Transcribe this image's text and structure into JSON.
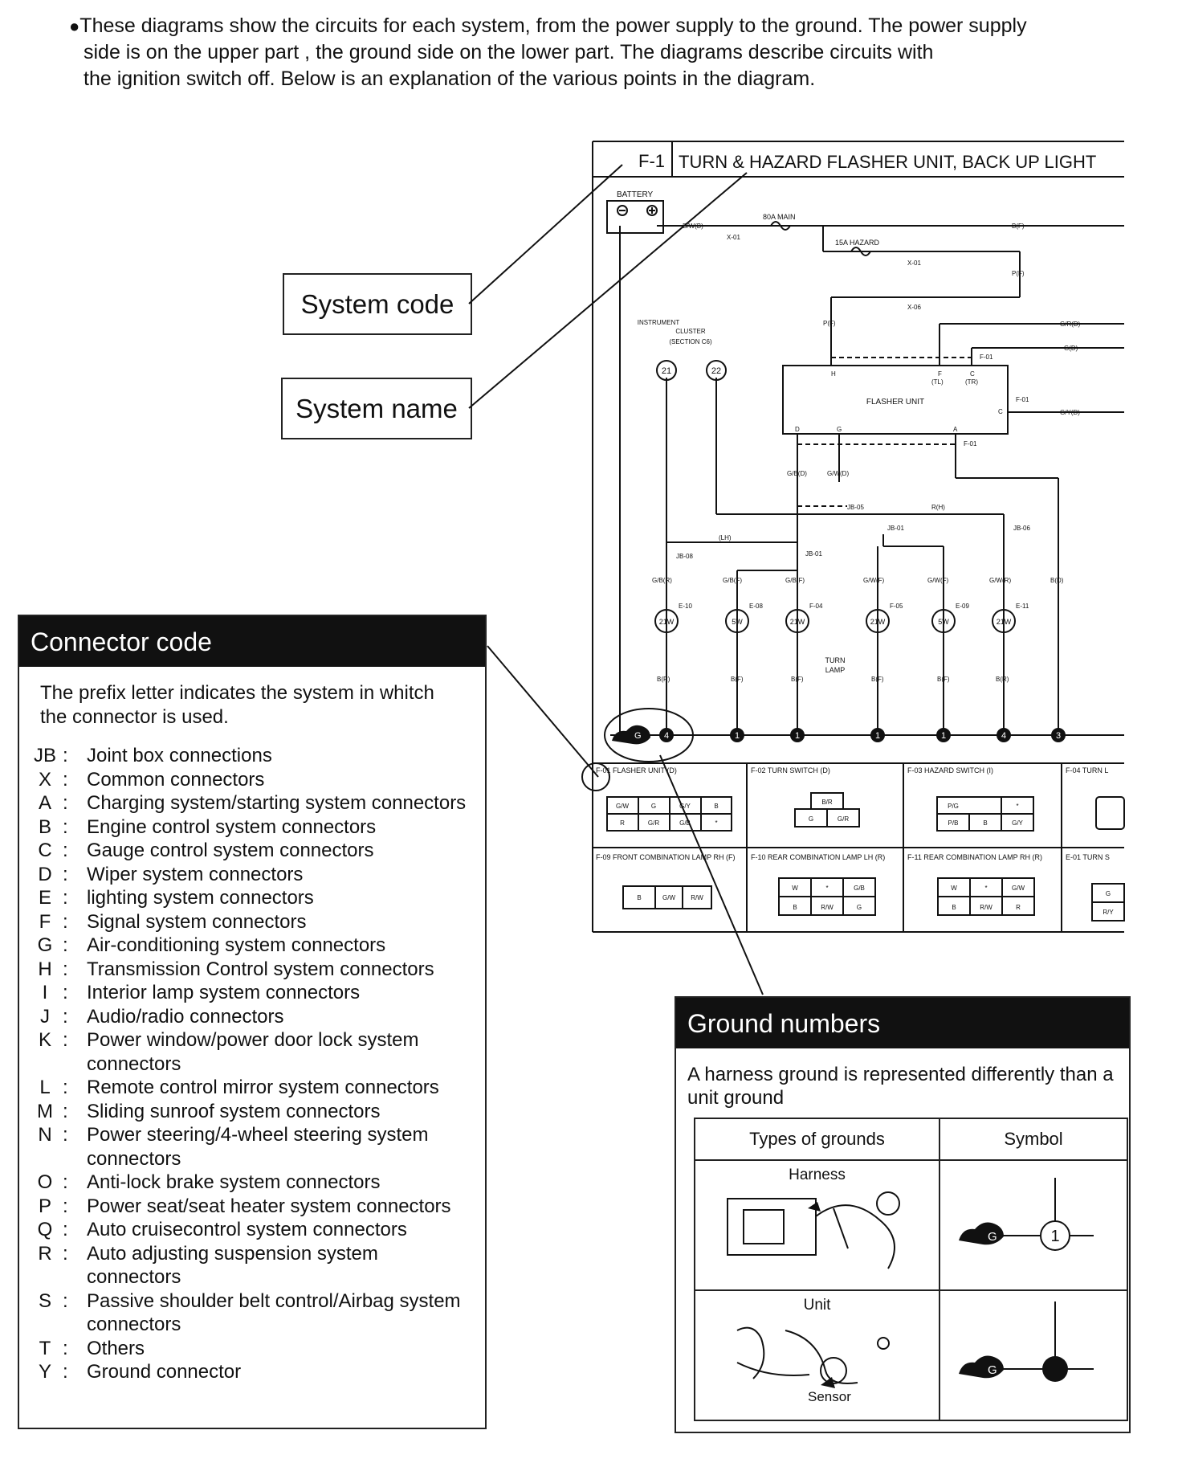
{
  "intro": {
    "line1": "These diagrams show the circuits for each system, from the power supply to the ground. The power supply",
    "line2": "side is on the upper part , the ground side on the lower part.  The diagrams describe circuits with",
    "line3": "the ignition switch off. Below is an explanation of the various points in the diagram."
  },
  "callouts": {
    "system_code": "System code",
    "system_name": "System name"
  },
  "diagram": {
    "code": "F-1",
    "title": "TURN & HAZARD FLASHER UNIT, BACK UP LIGHT",
    "battery": "BATTERY",
    "fuse_main": "80A MAIN",
    "fuse_hazard": "15A HAZARD",
    "instrument_cluster": [
      "INSTRUMENT",
      "CLUSTER",
      "(SECTION C6)"
    ],
    "flasher_unit": "FLASHER UNIT",
    "turn_lamp": [
      "TURN",
      "LAMP"
    ],
    "cluster_pins": [
      "21",
      "22"
    ],
    "bulbs": [
      "21W",
      "5W",
      "21W",
      "21W",
      "5W",
      "21W"
    ],
    "bottom_ground_numbers": [
      "4",
      "1",
      "1",
      "1",
      "1",
      "4",
      "3"
    ],
    "wire_labels": [
      "B/W(B)",
      "B(F)",
      "P(F)",
      "P(F)",
      "G/R(D)",
      "G(D)",
      "G/Y(D)",
      "G/B(D)",
      "G/W(D)",
      "R(H)",
      "(LH)",
      "G/B(R)",
      "G/B(F)",
      "G/B(F)",
      "G/W(F)",
      "G/W(F)",
      "G/W(R)",
      "B(D)",
      "B(R)",
      "B(F)",
      "B(F)",
      "B(F)",
      "B(F)",
      "B(R)"
    ],
    "connector_labels": [
      "X-01",
      "X-01",
      "X-06",
      "F-01",
      "F-01",
      "F-01",
      "JB-05",
      "JB-08",
      "JB-01",
      "JB-01",
      "JB-06",
      "E-10",
      "E-08",
      "F-04",
      "F-05",
      "E-09",
      "E-11"
    ],
    "flasher_pins": [
      "H",
      "F",
      "C",
      "(TL)",
      "(TR)",
      "C",
      "D",
      "G",
      "A"
    ],
    "connector_boxes": [
      {
        "title": "F-01 FLASHER UNIT (D)",
        "cells": [
          "G/W",
          "G",
          "G/Y",
          "B",
          "R",
          "G/R",
          "G/B",
          "*"
        ]
      },
      {
        "title": "F-02 TURN SWITCH (D)",
        "cells": [
          "B/R",
          "G",
          "G/R"
        ]
      },
      {
        "title": "F-03 HAZARD SWITCH (I)",
        "cells": [
          "P/G",
          "*",
          "P/B",
          "B",
          "G/Y"
        ]
      },
      {
        "title": "F-04 TURN L",
        "cells": []
      },
      {
        "title": "F-09 FRONT COMBINATION LAMP RH (F)",
        "cells": [
          "B",
          "G/W",
          "R/W"
        ]
      },
      {
        "title": "F-10 REAR COMBINATION LAMP LH (R)",
        "cells": [
          "W",
          "*",
          "G/B",
          "B",
          "R/W",
          "G"
        ]
      },
      {
        "title": "F-11 REAR COMBINATION LAMP RH (R)",
        "cells": [
          "W",
          "*",
          "G/W",
          "B",
          "R/W",
          "R"
        ]
      },
      {
        "title": "E-01 TURN S",
        "cells": [
          "G",
          "R/Y"
        ]
      }
    ]
  },
  "connector_code": {
    "header": "Connector code",
    "intro": "The prefix letter indicates the system in whitch the connector is used.",
    "items": [
      {
        "code": "JB",
        "desc": "Joint box connections"
      },
      {
        "code": "X",
        "desc": "Common connectors"
      },
      {
        "code": "A",
        "desc": "Charging system/starting system connectors"
      },
      {
        "code": "B",
        "desc": "Engine control system connectors"
      },
      {
        "code": "C",
        "desc": "Gauge control system connectors"
      },
      {
        "code": "D",
        "desc": "Wiper system connectors"
      },
      {
        "code": "E",
        "desc": "lighting system connectors"
      },
      {
        "code": "F",
        "desc": "Signal system connectors"
      },
      {
        "code": "G",
        "desc": "Air-conditioning system connectors"
      },
      {
        "code": "H",
        "desc": "Transmission Control system connectors"
      },
      {
        "code": "I",
        "desc": "Interior lamp system connectors"
      },
      {
        "code": "J",
        "desc": "Audio/radio connectors"
      },
      {
        "code": "K",
        "desc": "Power window/power door lock system connectors"
      },
      {
        "code": "L",
        "desc": "Remote control mirror system connectors"
      },
      {
        "code": "M",
        "desc": "Sliding sunroof system connectors"
      },
      {
        "code": "N",
        "desc": "Power steering/4-wheel steering system connectors"
      },
      {
        "code": "O",
        "desc": "Anti-lock brake system connectors"
      },
      {
        "code": "P",
        "desc": "Power seat/seat heater system connectors"
      },
      {
        "code": "Q",
        "desc": "Auto cruisecontrol system connectors"
      },
      {
        "code": "R",
        "desc": "Auto adjusting suspension system connectors"
      },
      {
        "code": "S",
        "desc": "Passive shoulder belt control/Airbag system connectors"
      },
      {
        "code": "T",
        "desc": "Others"
      },
      {
        "code": "Y",
        "desc": "Ground connector"
      }
    ]
  },
  "ground_numbers": {
    "header": "Ground numbers",
    "intro": "A harness ground is represented differently than a unit ground",
    "col_types": "Types of grounds",
    "col_symbol": "Symbol",
    "rows": [
      {
        "type": "Harness",
        "symbol_number": "1",
        "symbol_letter": "G"
      },
      {
        "type": "Unit",
        "sub_label": "Sensor",
        "symbol_letter": "G"
      }
    ]
  }
}
